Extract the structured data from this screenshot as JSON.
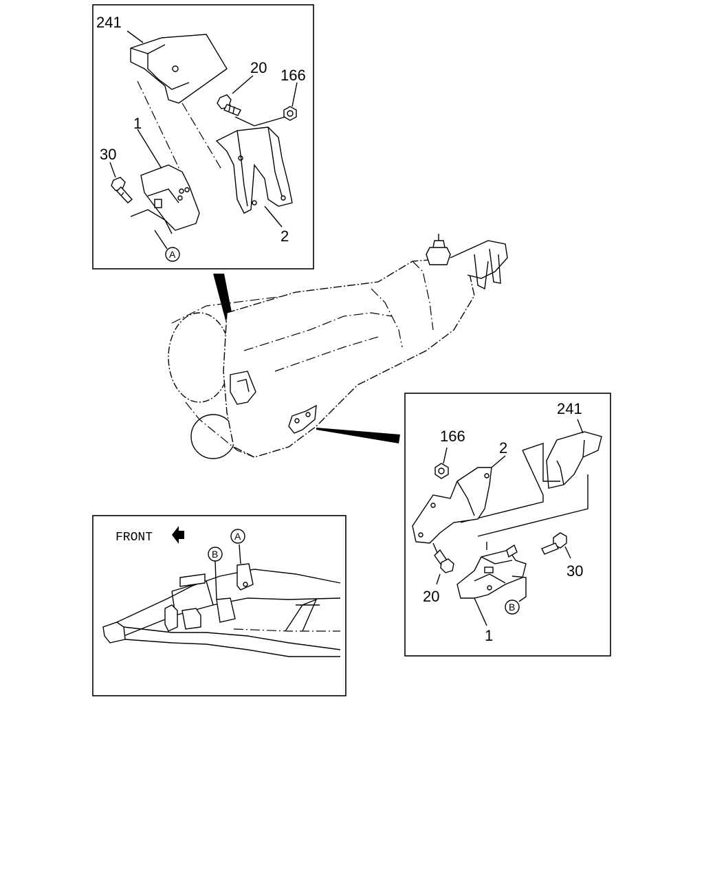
{
  "callouts": {
    "top_left": {
      "bracket": "241",
      "bolt": "20",
      "nut": "166",
      "control_unit": "1",
      "screw": "30",
      "mount_bracket": "2",
      "ref": "A"
    },
    "right": {
      "bracket": "241",
      "nut": "166",
      "mount_bracket": "2",
      "bolt": "20",
      "screw": "30",
      "control_unit": "1",
      "ref": "B"
    },
    "frame_view": {
      "front_label": "FRONT",
      "ref_a": "A",
      "ref_b": "B"
    }
  }
}
